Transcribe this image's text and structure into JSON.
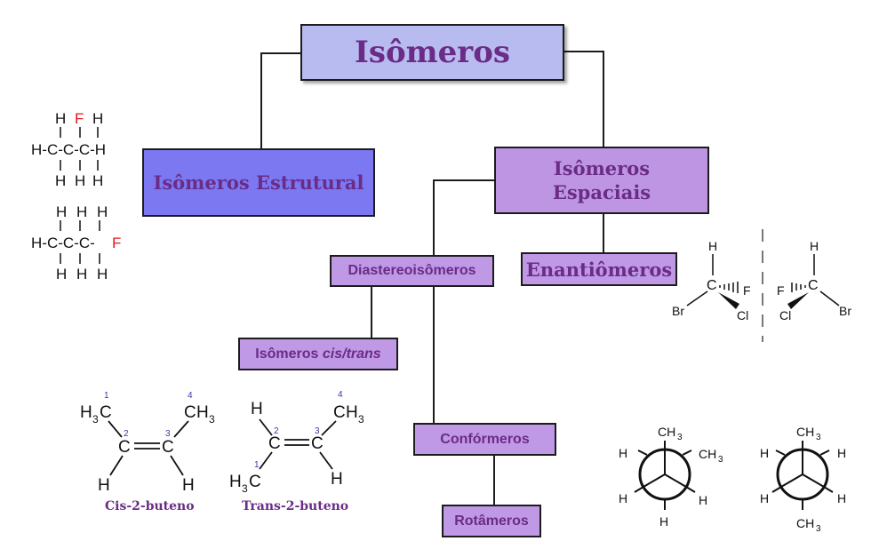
{
  "diagram": {
    "root": "Isômeros",
    "structural": "Isômeros Estrutural",
    "spatial_line1": "Isômeros",
    "spatial_line2": "Espaciais",
    "diastereo": "Diastereoisômeros",
    "enantio": "Enantiômeros",
    "cistrans_prefix": "Isômeros ",
    "cistrans_italic": "cis/trans",
    "conformers": "Confórmeros",
    "rotamers": "Rotâmeros"
  },
  "captions": {
    "cis": "Cis-2-buteno",
    "trans": "Trans-2-buteno"
  },
  "atoms": {
    "H": "H",
    "F": "F",
    "C": "C",
    "Cl": "Cl",
    "Br": "Br",
    "CH": "CH",
    "three": "3",
    "n1": "1",
    "n2": "2",
    "n3": "3",
    "n4": "4",
    "propane_row_mid": "H-C-C-C-H",
    "propane2_row_mid": "H-C-C-C-",
    "hhh": "H H H"
  },
  "colors": {
    "root_box": "#b8bbf0",
    "structural_box": "#7b78f2",
    "spatial_box": "#bd95e3",
    "sub_box": "#bf98e6",
    "text_purple": "#6a2c86",
    "fluorine_red": "#e0191e",
    "locant_blue": "#3a3aa6"
  }
}
